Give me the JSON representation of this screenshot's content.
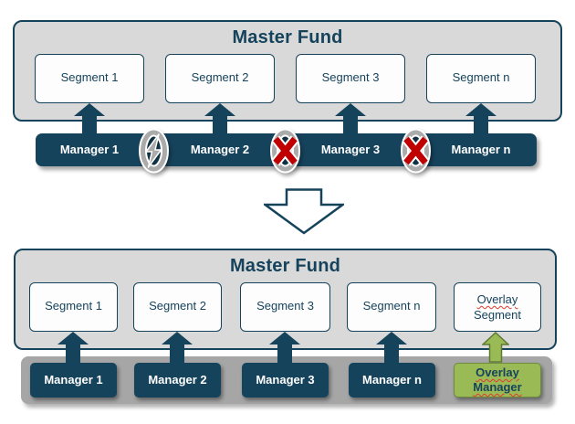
{
  "top_diagram": {
    "title": "Master Fund",
    "segments": [
      "Segment 1",
      "Segment 2",
      "Segment 3",
      "Segment n"
    ],
    "managers": [
      "Manager 1",
      "Manager 2",
      "Manager 3",
      "Manager n"
    ],
    "connector_icons": [
      "cycle-arrows",
      "cycle-arrows-red-x",
      "cycle-arrows-red-x"
    ]
  },
  "transition": {
    "icon": "hollow-down-arrow"
  },
  "bottom_diagram": {
    "title": "Master Fund",
    "segments": [
      "Segment 1",
      "Segment 2",
      "Segment 3",
      "Segment n"
    ],
    "overlay_segment": {
      "line1": "Overlay",
      "line2": "Segment"
    },
    "managers": [
      "Manager 1",
      "Manager 2",
      "Manager 3",
      "Manager n"
    ],
    "overlay_manager": {
      "line1": "Overlay",
      "line2": "Manager"
    }
  },
  "colors": {
    "navy": "#16435C",
    "container_fill": "#D9D9D9",
    "bottom_bar_gray": "#A6A6A6",
    "icon_gray": "#ABABAB",
    "green_fill": "#9ABA55",
    "green_border": "#6E8C3C",
    "red_x": "#C00000",
    "squiggle_red": "#E03A2E",
    "white": "#FFFFFF"
  }
}
